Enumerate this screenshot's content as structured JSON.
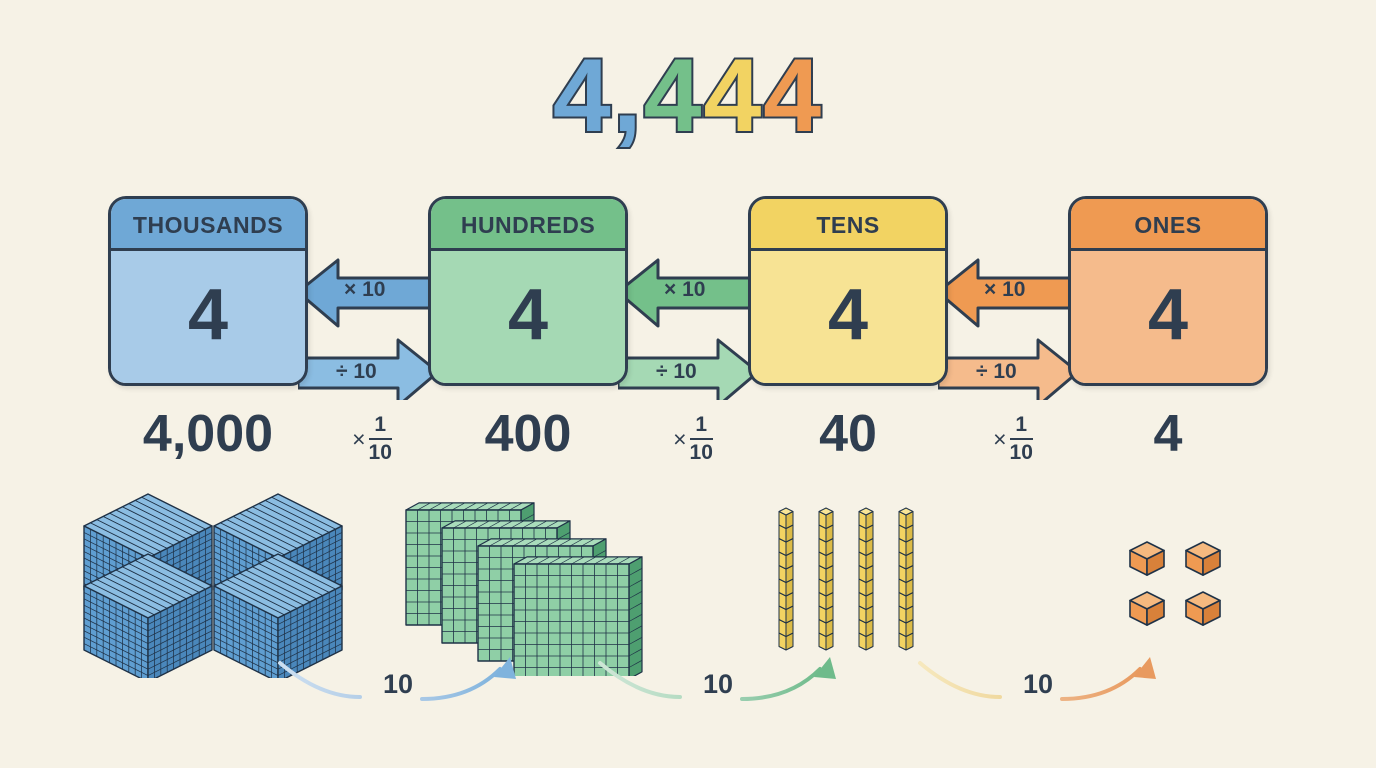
{
  "page": {
    "background_color": "#f6f2e6",
    "ink_color": "#2f3e50"
  },
  "title": {
    "full_number": "4,444",
    "digits": [
      {
        "char": "4",
        "place": "thousands",
        "color": "#6fa8d6"
      },
      {
        "char": ",",
        "place": "separator",
        "color": "#6fa8d6"
      },
      {
        "char": "4",
        "place": "hundreds",
        "color": "#74c08a"
      },
      {
        "char": "4",
        "place": "tens",
        "color": "#f2d362"
      },
      {
        "char": "4",
        "place": "ones",
        "color": "#ef9a52"
      }
    ]
  },
  "place_value_cards": [
    {
      "id": "thousands",
      "label": "THOUSANDS",
      "digit": "4",
      "value": "4,000",
      "header_color": "#6fa8d6",
      "body_color": "#a8cbe8"
    },
    {
      "id": "hundreds",
      "label": "HUNDREDS",
      "digit": "4",
      "value": "400",
      "header_color": "#74c08a",
      "body_color": "#a5d9b4"
    },
    {
      "id": "tens",
      "label": "TENS",
      "digit": "4",
      "value": "40",
      "header_color": "#f2d362",
      "body_color": "#f7e394"
    },
    {
      "id": "ones",
      "label": "ONES",
      "digit": "4",
      "value": "4",
      "header_color": "#ef9a52",
      "body_color": "#f5bb8c"
    }
  ],
  "relation_arrows": [
    {
      "id": "hundreds-to-thousands",
      "multiply_label": "× 10",
      "divide_label": "÷ 10",
      "fill_color": "#6fa8d6",
      "multiply_direction": "left",
      "divide_direction": "right"
    },
    {
      "id": "tens-to-hundreds",
      "multiply_label": "× 10",
      "divide_label": "÷ 10",
      "fill_color": "#74c08a",
      "multiply_direction": "left",
      "divide_direction": "right"
    },
    {
      "id": "ones-to-tens",
      "multiply_label": "× 10",
      "divide_label": "÷ 10",
      "fill_color": "#ef9a52",
      "multiply_direction": "left",
      "divide_direction": "right"
    }
  ],
  "fraction_labels": [
    {
      "id": "thousands-to-hundreds",
      "times": "×",
      "numerator": "1",
      "denominator": "10"
    },
    {
      "id": "hundreds-to-tens",
      "times": "×",
      "numerator": "1",
      "denominator": "10"
    },
    {
      "id": "tens-to-ones",
      "times": "×",
      "numerator": "1",
      "denominator": "10"
    }
  ],
  "base_ten_blocks": [
    {
      "id": "thousand-cubes",
      "place": "thousands",
      "count": 4,
      "shape": "cube",
      "unit_value": 1000,
      "color": "#5f9ed1",
      "color_light": "#8bbde2",
      "color_dark": "#4a87bb"
    },
    {
      "id": "hundred-flats",
      "place": "hundreds",
      "count": 4,
      "shape": "flat",
      "unit_value": 100,
      "color": "#66b988",
      "color_light": "#8fcfa6",
      "color_dark": "#4e9f70"
    },
    {
      "id": "ten-rods",
      "place": "tens",
      "count": 4,
      "shape": "rod",
      "unit_value": 10,
      "color": "#f2d362",
      "color_light": "#f8e596",
      "color_dark": "#dcbb47"
    },
    {
      "id": "one-units",
      "place": "ones",
      "count": 4,
      "shape": "unit",
      "unit_value": 1,
      "color": "#ef9a52",
      "color_light": "#f5b97f",
      "color_dark": "#d8813a"
    }
  ],
  "grouping_arrows": [
    {
      "id": "ones-group-to-tens",
      "label": "10",
      "start_color": "#cddff0",
      "end_color": "#7fb3dd"
    },
    {
      "id": "tens-group-to-hundreds",
      "label": "10",
      "start_color": "#cfe6d7",
      "end_color": "#6fbb8b"
    },
    {
      "id": "hundreds-group-to-thousands",
      "label": "10",
      "start_color": "#f4e2b2",
      "end_color": "#e89a5f"
    }
  ]
}
